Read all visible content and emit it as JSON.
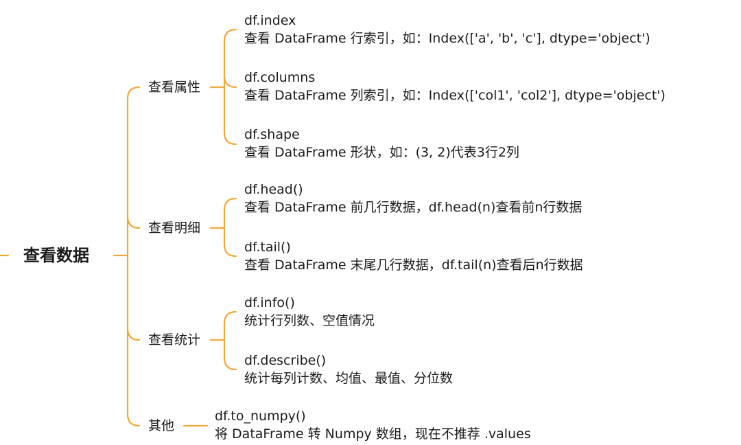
{
  "root": {
    "label": "查看数据"
  },
  "accent_color": "#F2A93B",
  "branches": [
    {
      "label": "查看属性",
      "leaves": [
        {
          "title": "df.index",
          "desc": "查看 DataFrame 行索引，如：Index(['a', 'b', 'c'], dtype='object')"
        },
        {
          "title": "df.columns",
          "desc": "查看 DataFrame 列索引，如：Index(['col1', 'col2'], dtype='object')"
        },
        {
          "title": "df.shape",
          "desc": "查看 DataFrame 形状，如：(3, 2)代表3行2列"
        }
      ]
    },
    {
      "label": "查看明细",
      "leaves": [
        {
          "title": "df.head()",
          "desc": "查看 DataFrame 前几行数据，df.head(n)查看前n行数据"
        },
        {
          "title": "df.tail()",
          "desc": "查看 DataFrame 末尾几行数据，df.tail(n)查看后n行数据"
        }
      ]
    },
    {
      "label": "查看统计",
      "leaves": [
        {
          "title": "df.info()",
          "desc": "统计行列数、空值情况"
        },
        {
          "title": "df.describe()",
          "desc": "统计每列计数、均值、最值、分位数"
        }
      ]
    },
    {
      "label": "其他",
      "leaves": [
        {
          "title": "df.to_numpy()",
          "desc": "将 DataFrame 转 Numpy 数组，现在不推荐 .values"
        }
      ]
    }
  ]
}
